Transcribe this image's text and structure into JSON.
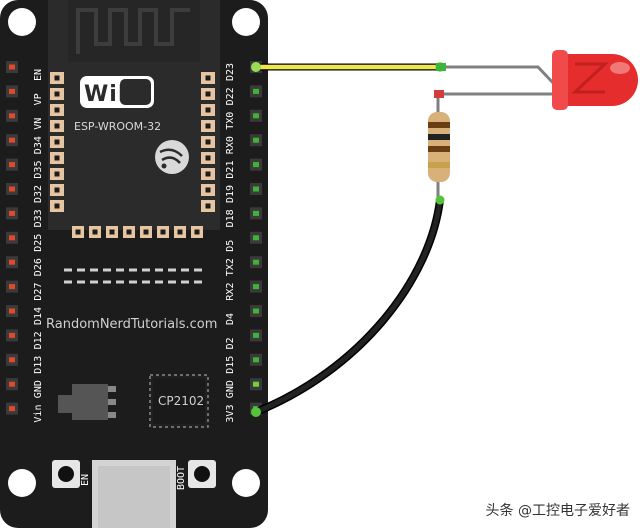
{
  "board": {
    "module_label": "ESP-WROOM-32",
    "site_label": "RandomNerdTutorials.com",
    "chip_label": "CP2102",
    "wifi_logo_text": "WiFi",
    "en_button_label": "EN",
    "boot_button_label": "BOOT",
    "left_pins": [
      "EN",
      "VP",
      "VN",
      "D34",
      "D35",
      "D32",
      "D33",
      "D25",
      "D26",
      "D27",
      "D14",
      "D12",
      "D13",
      "GND",
      "Vin"
    ],
    "right_pins": [
      "D23",
      "D22",
      "TX0",
      "RX0",
      "D21",
      "D19",
      "D18",
      "D5",
      "TX2",
      "RX2",
      "D4",
      "D2",
      "D15",
      "GND",
      "3V3"
    ]
  },
  "components": {
    "led_color": "#e52d2d",
    "resistor_body_color": "#d7b07a",
    "wire_signal_color": "#f0e84a",
    "wire_ground_color": "#222222"
  },
  "watermark": "头条 @工控电子爱好者"
}
